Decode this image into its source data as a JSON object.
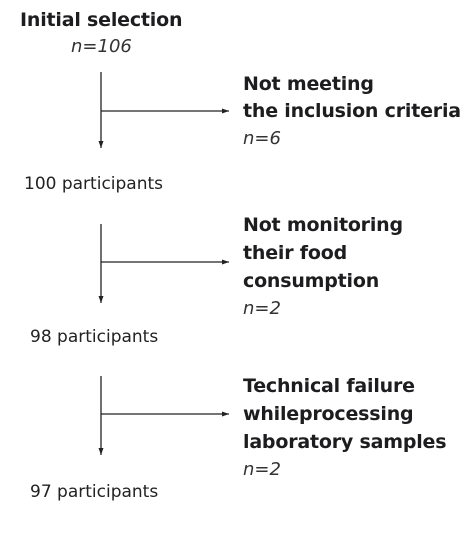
{
  "initial": {
    "title": "Initial selection",
    "count": "n=106"
  },
  "steps": [
    {
      "exclusion_lines": [
        "Not meeting",
        "the inclusion criteria"
      ],
      "exclusion_count": "n=6",
      "remaining": "100 participants"
    },
    {
      "exclusion_lines": [
        "Not monitoring",
        "their food",
        "consumption"
      ],
      "exclusion_count": "n=2",
      "remaining": "98 participants"
    },
    {
      "exclusion_lines": [
        "Technical failure",
        "whileprocessing",
        "laboratory samples"
      ],
      "exclusion_count": "n=2",
      "remaining": "97 participants"
    }
  ]
}
